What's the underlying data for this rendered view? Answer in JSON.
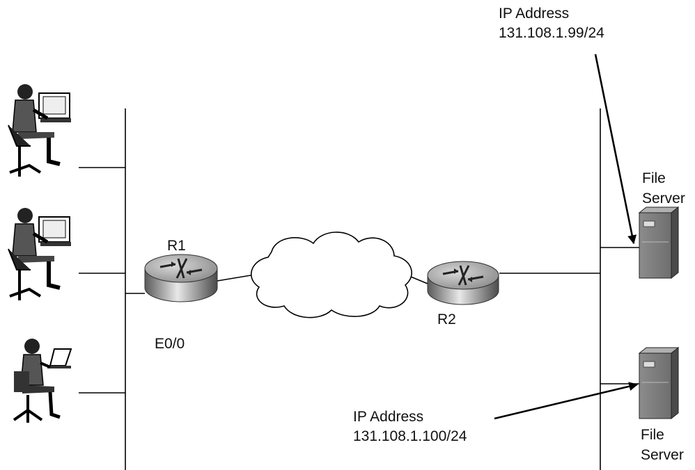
{
  "routers": [
    {
      "id": "r1",
      "label": "R1",
      "interface_label": "E0/0"
    },
    {
      "id": "r2",
      "label": "R2"
    }
  ],
  "wan_cloud": {
    "icon": "cloud-icon"
  },
  "workstations": [
    {
      "icon": "user-at-workstation-icon"
    },
    {
      "icon": "user-at-workstation-icon"
    },
    {
      "icon": "user-at-laptop-icon"
    }
  ],
  "file_servers": [
    {
      "label_line1": "File",
      "label_line2": "Server",
      "ip_title": "IP Address",
      "ip_value": "131.108.1.99/24"
    },
    {
      "label_line1": "File",
      "label_line2": "Server",
      "ip_title": "IP Address",
      "ip_value": "131.108.1.100/24"
    }
  ]
}
